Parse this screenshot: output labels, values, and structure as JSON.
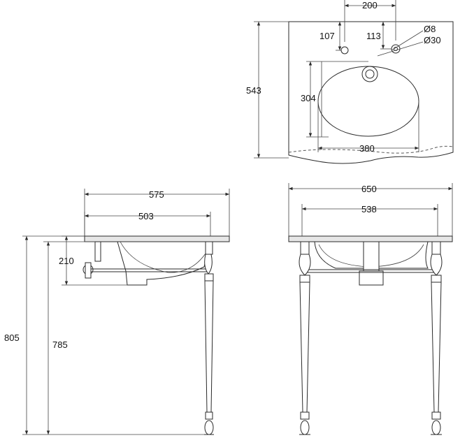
{
  "top_view": {
    "width_faucet_spacing": "200",
    "hole_offset_left": "107",
    "hole_offset_right": "113",
    "small_hole_diameter": "Ø8",
    "large_hole_diameter": "Ø30",
    "overall_depth": "543",
    "bowl_depth": "304",
    "bowl_width": "380"
  },
  "side_view": {
    "overall_width": "575",
    "inner_width": "503",
    "basin_height": "210",
    "overall_height": "805",
    "leg_height": "785"
  },
  "front_view": {
    "overall_width": "650",
    "inner_width": "538"
  }
}
